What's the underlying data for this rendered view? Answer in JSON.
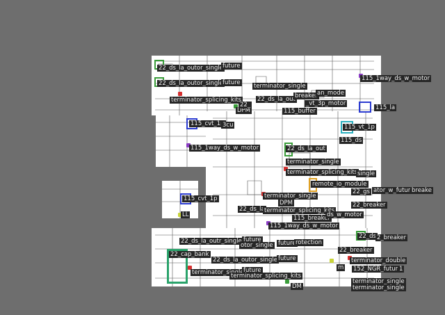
{
  "labels": [
    "22_ds_la_outor_single",
    "future",
    "22_ds_la_outor_single",
    "future",
    "terminator_single",
    "terminator_splicing_kits",
    "22_ds_la_out",
    "DPM",
    "22_",
    "115_buffer",
    "breaker",
    "_vt_3p_motor",
    "an_mode",
    "115_1way_ds_w_motor",
    "115_la",
    "115_cvt_1p",
    "3cu",
    "115_vt_1p",
    "115_ds",
    "115_1way_ds_w_motor",
    "22_ds_la_out",
    "terminator_single",
    "terminator_splicing_kits",
    "single",
    "remote_io_module",
    "22_gs",
    "ator_w_future",
    "breake",
    "22_breaker",
    "115_cvt_1p",
    "LL",
    "terminator_single",
    "DPM",
    "22_ds_la",
    "terminator_splicing_kits",
    "115_breaker",
    "ds_w_motor",
    "115_1way_ds_w_motor",
    "22_ds_la_outr_single",
    "future",
    "otor_single",
    "future",
    "rotection",
    "22_ds",
    "2_breaker",
    "22_breaker",
    "22_cap_bank",
    "22_ds_la_outor_single",
    "future",
    "terminator_single",
    "future",
    "terminator_splicing_kits",
    "terminator_double",
    "152_NGR_future",
    "m",
    "1",
    "terminator_single",
    "terminator_single",
    "DM"
  ],
  "colors": {
    "background": "#6e6e6e",
    "sheet": "#ffffff",
    "label_bg": "#262626",
    "label_fg": "#f2f2f2",
    "green": "#3a9d3a",
    "blue": "#2b3bd1",
    "purple": "#8a3bc4",
    "red": "#d63030",
    "orange": "#e0a020",
    "cyan": "#2bb0c0",
    "yellow": "#c9d43a"
  }
}
